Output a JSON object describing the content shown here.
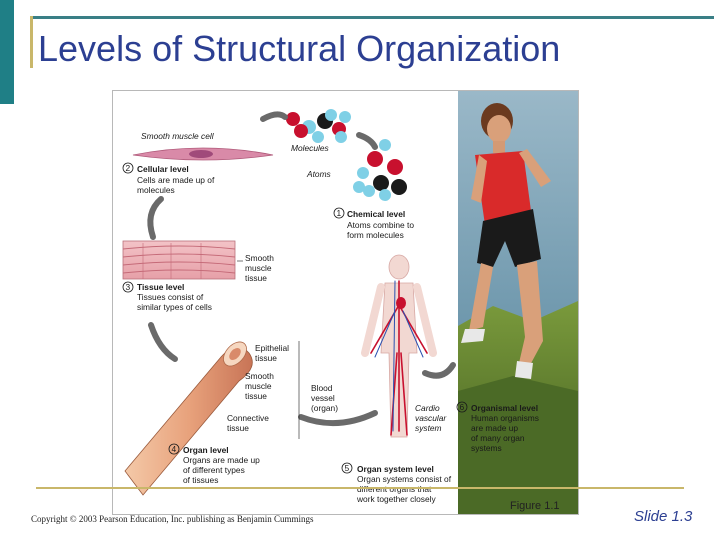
{
  "slide": {
    "title": "Levels of Structural Organization",
    "copyright": "Copyright © 2003 Pearson Education, Inc. publishing as Benjamin Cummings",
    "figure_caption": "Figure 1.1",
    "slide_number": "Slide 1.3"
  },
  "figure": {
    "smooth_muscle_cell": "Smooth muscle cell",
    "molecules": "Molecules",
    "atoms": "Atoms",
    "cellular": {
      "number": "2",
      "title": "Cellular level",
      "line1": "Cells are made up of",
      "line2": "molecules"
    },
    "chemical": {
      "number": "1",
      "title": "Chemical level",
      "line1": "Atoms combine to",
      "line2": "form molecules"
    },
    "smooth_muscle_tissue": {
      "line1": "Smooth",
      "line2": "muscle",
      "line3": "tissue"
    },
    "tissue": {
      "number": "3",
      "title": "Tissue level",
      "line1": "Tissues consist of",
      "line2": "similar types of cells"
    },
    "epithelial": {
      "line1": "Epithelial",
      "line2": "tissue"
    },
    "smooth_muscle_tissue_2": {
      "line1": "Smooth",
      "line2": "muscle",
      "line3": "tissue"
    },
    "connective": {
      "line1": "Connective",
      "line2": "tissue"
    },
    "blood_vessel": {
      "line1": "Blood",
      "line2": "vessel",
      "line3": "(organ)"
    },
    "cardio": {
      "line1": "Cardio",
      "line2": "vascular",
      "line3": "system"
    },
    "organismal": {
      "number": "6",
      "title": "Organismal level",
      "line1": "Human organisms",
      "line2": "are made up",
      "line3": "of many organ",
      "line4": "systems"
    },
    "organ": {
      "number": "4",
      "title": "Organ level",
      "line1": "Organs are made up",
      "line2": "of different types",
      "line3": "of tissues"
    },
    "organ_system": {
      "number": "5",
      "title": "Organ system level",
      "line1": "Organ systems consist of",
      "line2": "different organs that",
      "line3": "work together closely"
    }
  },
  "colors": {
    "title": "#2c3f92",
    "teal_bar": "#1f7f86",
    "gold_rule": "#c9b76a",
    "atom_red": "#c8102e",
    "atom_blue": "#7fd0e6"
  }
}
